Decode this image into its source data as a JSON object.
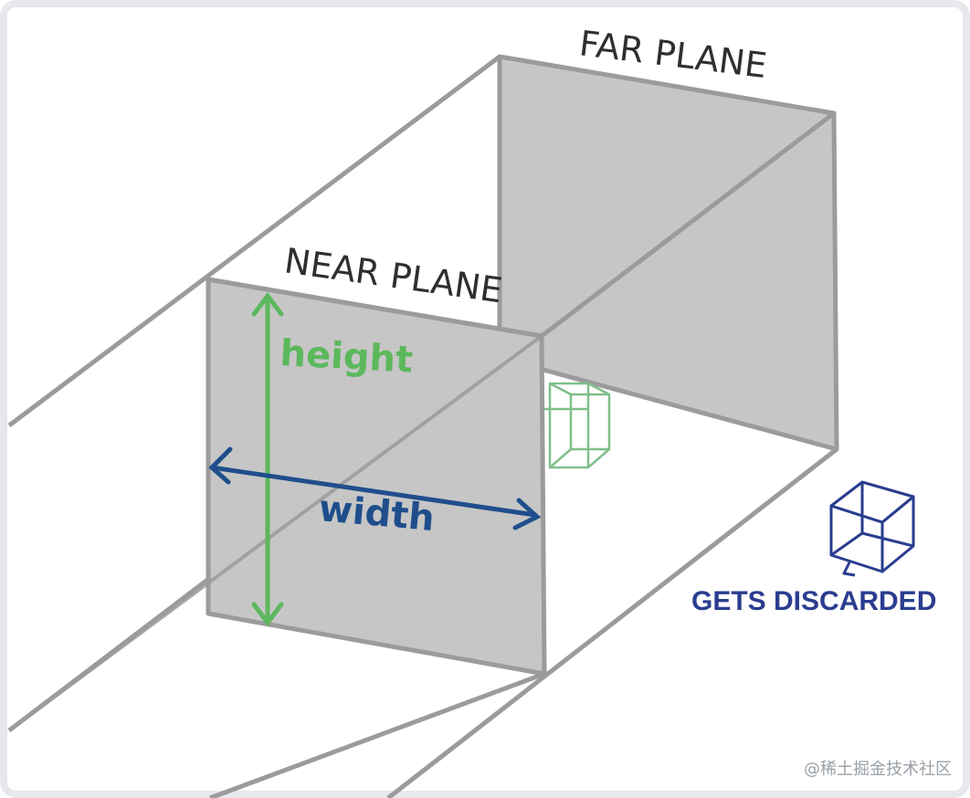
{
  "labels": {
    "far_plane": "FAR PLANE",
    "near_plane": "NEAR PLANE",
    "height": "height",
    "width": "width",
    "gets_discarded": "GETS DISCARDED"
  },
  "watermark": "@稀土掘金技术社区",
  "colors": {
    "plane_fill": "#c6c6c6",
    "line": "#9b9b9b",
    "height_arrow": "#5cb85c",
    "width_arrow": "#1f4e8c",
    "inside_cube": "#7fbf8a",
    "discarded_cube": "#2a3d8f",
    "discarded_text": "#2a3d8f"
  }
}
